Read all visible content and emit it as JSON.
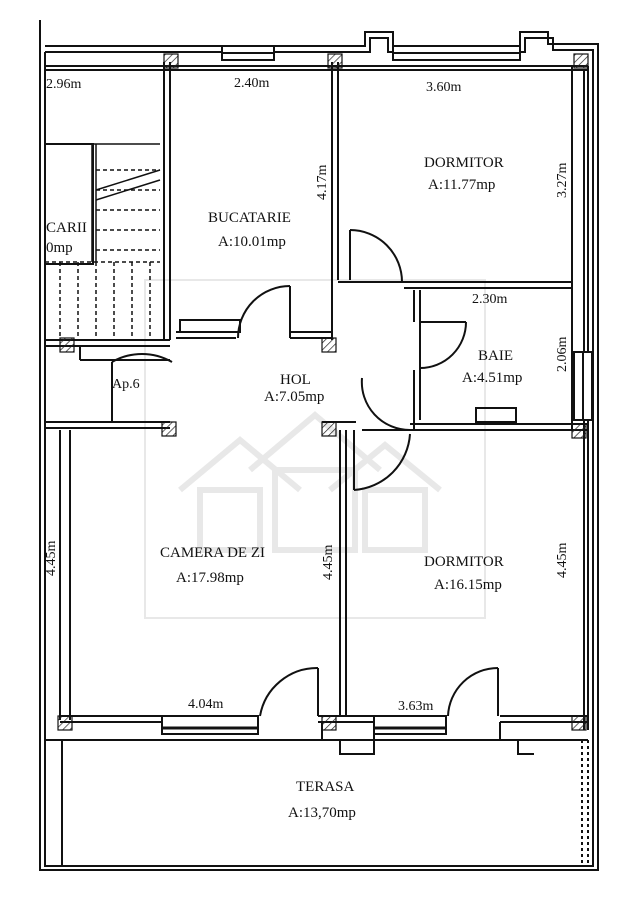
{
  "rooms": {
    "stairs": {
      "name": "CARII",
      "area": "0mp"
    },
    "bucatarie": {
      "name": "BUCATARIE",
      "area": "A:10.01mp"
    },
    "dormitor1": {
      "name": "DORMITOR",
      "area": "A:11.77mp"
    },
    "baie": {
      "name": "BAIE",
      "area": "A:4.51mp"
    },
    "hol": {
      "name": "HOL",
      "area": "A:7.05mp"
    },
    "camera": {
      "name": "CAMERA DE ZI",
      "area": "A:17.98mp"
    },
    "dormitor2": {
      "name": "DORMITOR",
      "area": "A:16.15mp"
    },
    "terasa": {
      "name": "TERASA",
      "area": "A:13,70mp"
    }
  },
  "apartment": "Ap.6",
  "dimensions": {
    "stair_width": "2.96m",
    "kitchen_width": "2.40m",
    "bedroom1_width": "3.60m",
    "kitchen_height": "4.17m",
    "bedroom1_height": "3.27m",
    "bath_width": "2.30m",
    "bath_height": "2.06m",
    "left_height": "4.45m",
    "living_height": "4.45m",
    "bedroom2_height": "4.45m",
    "living_width": "4.04m",
    "bedroom2_width": "3.63m"
  }
}
